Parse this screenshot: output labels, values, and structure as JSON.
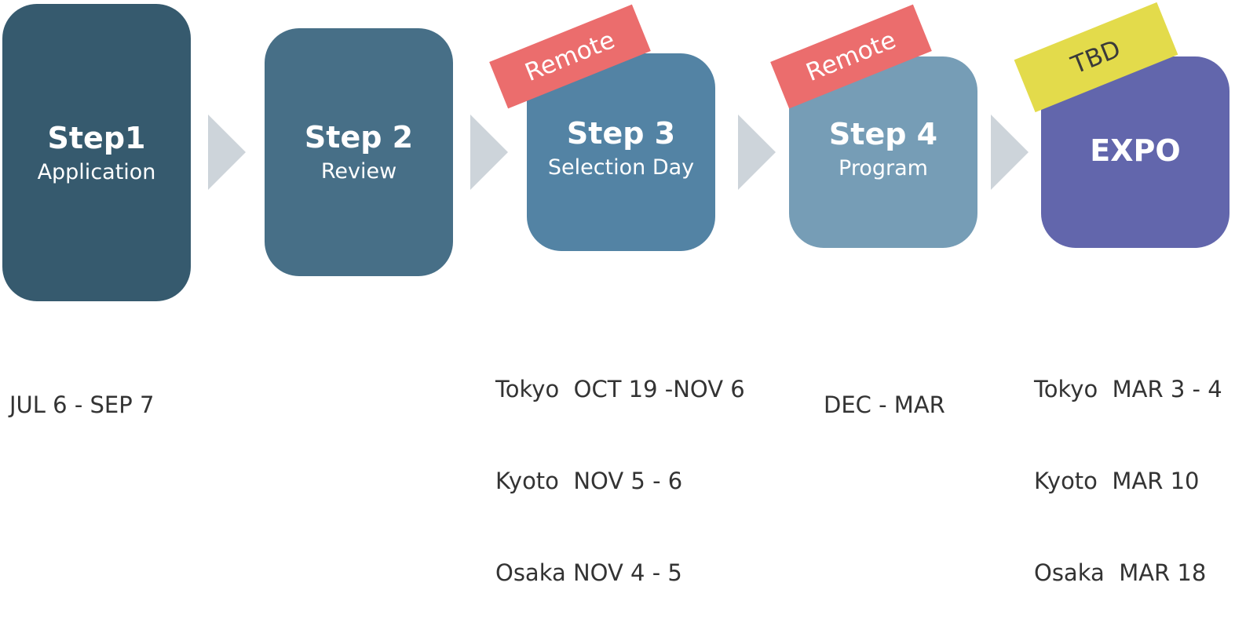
{
  "steps": [
    {
      "title": "Step1",
      "subtitle": "Application",
      "color": "#365a6e",
      "dates": [
        "JUL 6 - SEP 7"
      ]
    },
    {
      "title": "Step 2",
      "subtitle": "Review",
      "color": "#476f87",
      "dates": []
    },
    {
      "title": "Step 3",
      "subtitle": "Selection Day",
      "color": "#5383a4",
      "tag": "Remote",
      "dates": [
        "Tokyo  OCT 19 -NOV 6",
        "Kyoto  NOV 5 - 6",
        "Osaka NOV 4 - 5"
      ]
    },
    {
      "title": "Step 4",
      "subtitle": "Program",
      "color": "#769db6",
      "tag": "Remote",
      "dates": [
        "DEC - MAR"
      ]
    },
    {
      "title": "EXPO",
      "subtitle": "",
      "color": "#6266ac",
      "tag": "TBD",
      "dates": [
        "Tokyo  MAR 3 - 4",
        "Kyoto  MAR 10",
        "Osaka  MAR 18"
      ]
    }
  ],
  "colors": {
    "arrow": "#cdd4da",
    "remote_tag": "#eb6d6d",
    "tbd_tag": "#e3db4b"
  }
}
